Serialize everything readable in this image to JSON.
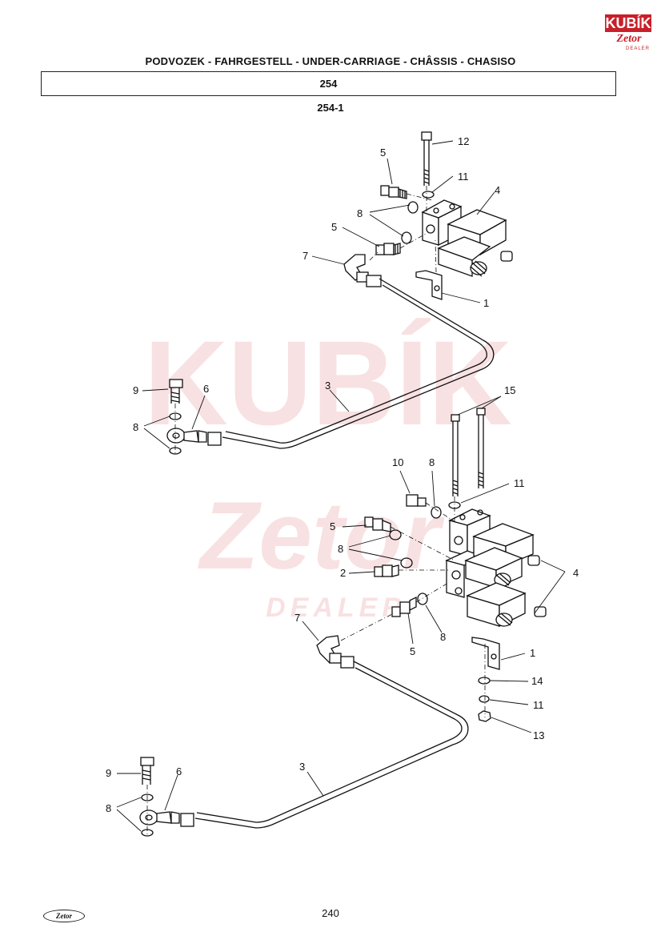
{
  "header": {
    "title": "PODVOZEK - FAHRGESTELL - UNDER-CARRIAGE - CHÂSSIS - CHASISO",
    "group": "254",
    "subgroup": "254-1"
  },
  "logo": {
    "brand": "KUBÍK",
    "zetor": "Zetor",
    "dealer": "DEALER"
  },
  "watermark": {
    "line1": "KUBÍK",
    "line2": "Zetor",
    "line3": "DEALER"
  },
  "callouts": {
    "upper": [
      "12",
      "11",
      "4",
      "5",
      "8",
      "5",
      "7",
      "1",
      "9",
      "3",
      "6",
      "8"
    ],
    "lower": [
      "15",
      "10",
      "8",
      "11",
      "5",
      "8",
      "2",
      "4",
      "7",
      "5",
      "8",
      "1",
      "14",
      "11",
      "13",
      "9",
      "6",
      "3",
      "8"
    ]
  },
  "footer": {
    "page_number": "240",
    "logo": "Zetor"
  }
}
